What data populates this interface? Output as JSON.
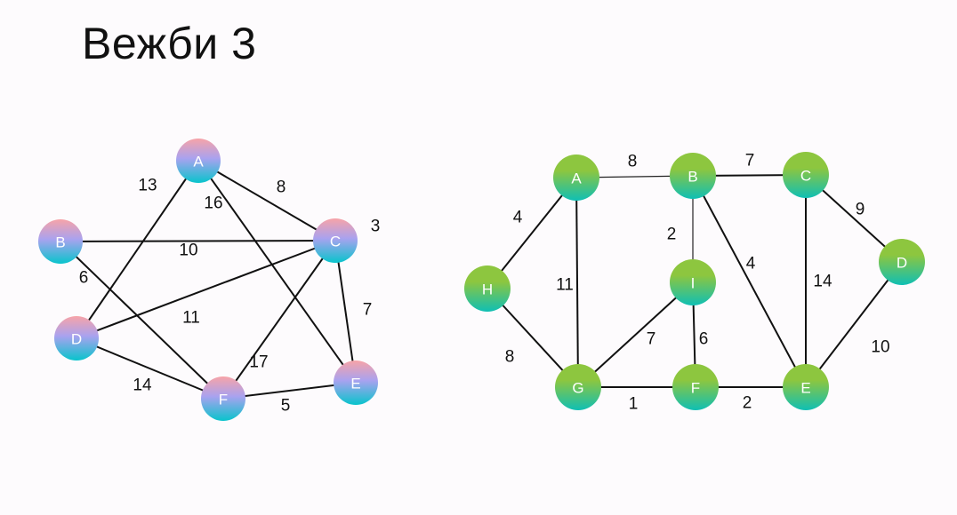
{
  "title": "Вежби 3",
  "colors": {
    "graph1_node_top": "#f7a3a8",
    "graph1_node_mid": "#a9a2ef",
    "graph1_node_bottom": "#08c4cc",
    "graph2_node_top": "#8dc63f",
    "graph2_node_bottom": "#0fbfb4",
    "edge": "#111111",
    "background": "#fdfbfd"
  },
  "graph1": {
    "nodes": [
      "A",
      "B",
      "C",
      "D",
      "E",
      "F"
    ],
    "edges": [
      {
        "from": "A",
        "to": "C",
        "weight": "8"
      },
      {
        "from": "A",
        "to": "D",
        "weight": "13"
      },
      {
        "from": "A",
        "to": "E",
        "weight": "16"
      },
      {
        "from": "B",
        "to": "C",
        "weight": "10"
      },
      {
        "from": "B",
        "to": "F",
        "weight": "6"
      },
      {
        "from": "C",
        "to": "D",
        "weight": "11"
      },
      {
        "from": "C",
        "to": "F",
        "weight": "17"
      },
      {
        "from": "C",
        "to": "E",
        "weight": "7"
      },
      {
        "from": "D",
        "to": "F",
        "weight": "14"
      },
      {
        "from": "F",
        "to": "E",
        "weight": "5"
      }
    ],
    "extra_labels": [
      "3"
    ]
  },
  "graph2": {
    "nodes": [
      "A",
      "B",
      "C",
      "D",
      "E",
      "F",
      "G",
      "H",
      "I"
    ],
    "edges": [
      {
        "from": "A",
        "to": "B",
        "weight": "8"
      },
      {
        "from": "B",
        "to": "C",
        "weight": "7"
      },
      {
        "from": "C",
        "to": "D",
        "weight": "9"
      },
      {
        "from": "A",
        "to": "H",
        "weight": "4"
      },
      {
        "from": "A",
        "to": "G",
        "weight": "11"
      },
      {
        "from": "B",
        "to": "I",
        "weight": "2"
      },
      {
        "from": "B",
        "to": "E",
        "weight": "4"
      },
      {
        "from": "C",
        "to": "E",
        "weight": "14"
      },
      {
        "from": "D",
        "to": "E",
        "weight": "10"
      },
      {
        "from": "H",
        "to": "G",
        "weight": "8"
      },
      {
        "from": "I",
        "to": "G",
        "weight": "7"
      },
      {
        "from": "I",
        "to": "F",
        "weight": "6"
      },
      {
        "from": "G",
        "to": "F",
        "weight": "1"
      },
      {
        "from": "F",
        "to": "E",
        "weight": "2"
      }
    ]
  }
}
